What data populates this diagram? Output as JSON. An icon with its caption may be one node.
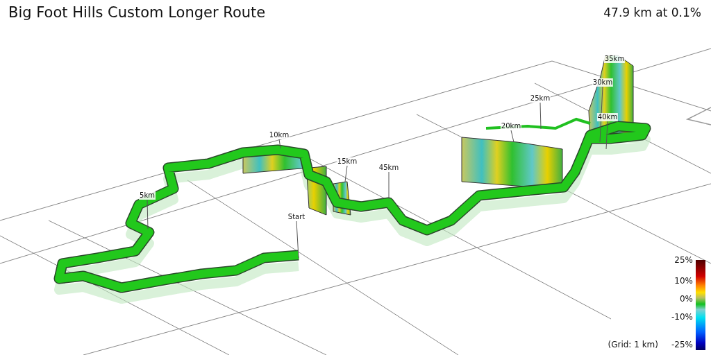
{
  "diagram": {
    "title": "Big Foot Hills Custom Longer Route",
    "nodes": [
      {
        "text": [
          "Start"
        ]
      },
      {
        "text": [
          "5km"
        ]
      },
      {
        "text": [
          "10km"
        ]
      },
      {
        "text": [
          "15km"
        ]
      },
      {
        "text": [
          "45km"
        ]
      },
      {
        "text": [
          "20km"
        ]
      },
      {
        "text": [
          "25km"
        ]
      },
      {
        "text": [
          "30km"
        ]
      },
      {
        "text": [
          "35km"
        ]
      },
      {
        "text": [
          "40km"
        ]
      },
      {
        "text": [],
        "shape": "bar"
      }
    ],
    "edges": [
      {
        "from": 0,
        "to": null,
        "arrow": "none"
      },
      {
        "from": 1,
        "to": null,
        "arrow": "none"
      },
      {
        "from": 2,
        "to": null,
        "arrow": "none"
      },
      {
        "from": 3,
        "to": null,
        "arrow": "none"
      },
      {
        "from": 4,
        "to": null,
        "arrow": "none"
      },
      {
        "from": 5,
        "to": null,
        "arrow": "none"
      },
      {
        "from": 6,
        "to": null,
        "arrow": "none"
      },
      {
        "from": 7,
        "to": null,
        "arrow": "none"
      },
      {
        "from": 9,
        "to": null,
        "arrow": "none"
      }
    ],
    "labels": [
      "47.9 km at 0.1%",
      "25%",
      "10%",
      "0%",
      "-10%",
      "(Grid: 1 km)",
      "-25%"
    ]
  }
}
